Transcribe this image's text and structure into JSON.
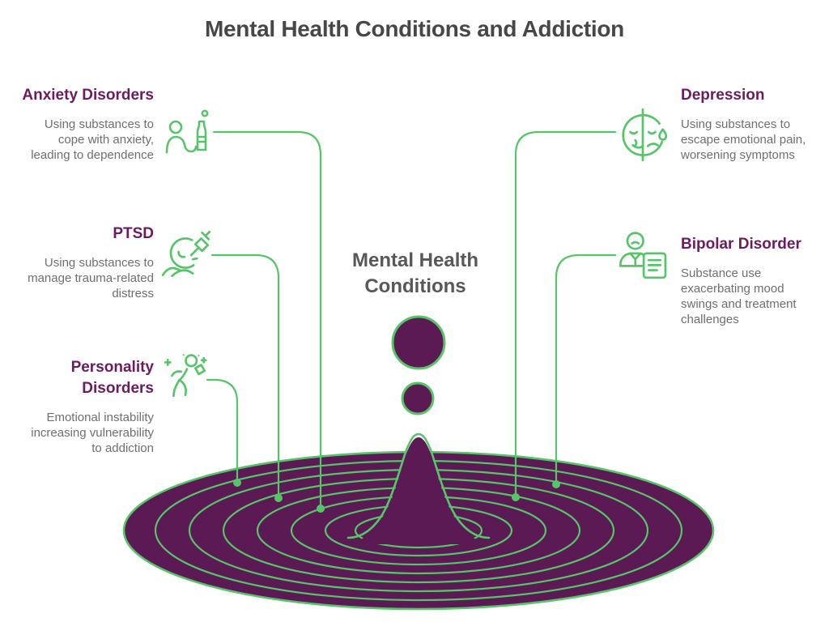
{
  "title": "Mental Health Conditions and Addiction",
  "center_label": {
    "line1": "Mental Health",
    "line2": "Conditions"
  },
  "items": [
    {
      "id": "anxiety-disorders",
      "title": "Anxiety Disorders",
      "icon": "person-bottle-icon",
      "lines": [
        "Using substances to",
        "cope with anxiety,",
        "leading to dependence"
      ]
    },
    {
      "id": "ptsd",
      "title": "PTSD",
      "icon": "head-syringe-icon",
      "lines": [
        "Using substances to",
        "manage trauma-related",
        "distress"
      ]
    },
    {
      "id": "personality-disorders",
      "title": "Personality Disorders",
      "icon": "dancing-person-icon",
      "lines": [
        "Emotional instability",
        "increasing vulnerability",
        "to addiction"
      ]
    },
    {
      "id": "depression",
      "title": "Depression",
      "icon": "split-face-tear-icon",
      "lines": [
        "Using substances to",
        "escape emotional pain,",
        "worsening symptoms"
      ]
    },
    {
      "id": "bipolar-disorder",
      "title": "Bipolar Disorder",
      "icon": "person-document-icon",
      "lines": [
        "Substance use",
        "exacerbating mood",
        "swings and treatment",
        "challenges"
      ]
    }
  ],
  "colors": {
    "heading_purple": "#6b1c60",
    "shape_purple": "#5b1a53",
    "line_green": "#57c46a",
    "title_gray": "#474747",
    "body_gray": "#6f6f6f",
    "background": "#ffffff"
  }
}
